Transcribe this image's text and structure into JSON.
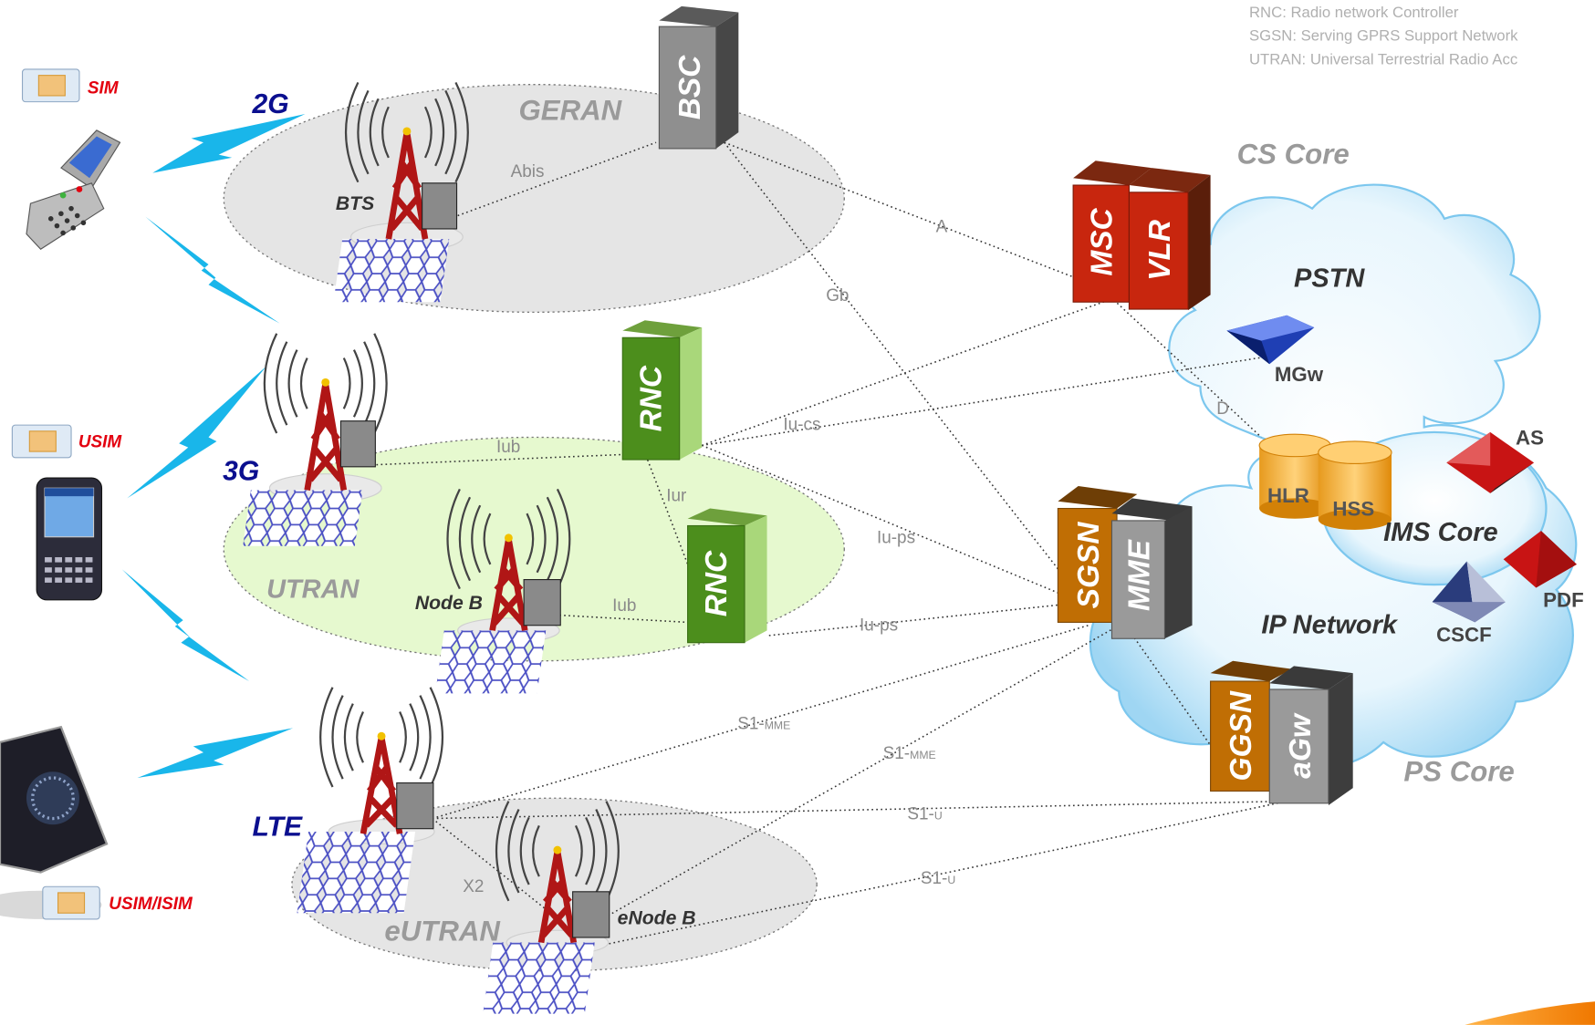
{
  "legend": [
    "RNC: Radio network Controller",
    "SGSN: Serving GPRS Support Network",
    "UTRAN: Universal Terrestrial Radio Acc"
  ],
  "devices": {
    "sim": "SIM",
    "usim": "USIM",
    "usim_isim": "USIM/ISIM"
  },
  "generations": {
    "g2": "2G",
    "g3": "3G",
    "lte": "LTE"
  },
  "access": {
    "geran": "GERAN",
    "utran": "UTRAN",
    "eutran": "eUTRAN"
  },
  "stations": {
    "bts": "BTS",
    "nodeb": "Node B",
    "enodeb": "eNode B"
  },
  "boxes": {
    "bsc": "BSC",
    "rnc": "RNC",
    "msc": "MSC",
    "vlr": "VLR",
    "sgsn": "SGSN",
    "mme": "MME",
    "ggsn": "GGSN",
    "agw": "aGw"
  },
  "core": {
    "cs_core": "CS Core",
    "pstn": "PSTN",
    "mgw": "MGw",
    "hlr": "HLR",
    "hss": "HSS",
    "ims_core": "IMS Core",
    "as": "AS",
    "pdf": "PDF",
    "cscf": "CSCF",
    "ip_network": "IP Network",
    "ps_core": "PS Core"
  },
  "interfaces": {
    "abis": "Abis",
    "a": "A",
    "gb": "Gb",
    "d": "D",
    "iub": "Iub",
    "iur": "Iur",
    "iu_cs": "Iu-cs",
    "iu_ps": "Iu-ps",
    "s1": "S1-",
    "mme_sub": "MME",
    "u_sub": "U",
    "x2": "X2"
  },
  "colors": {
    "gen_label": "#0b0f8f",
    "sim_label": "#e3000f",
    "area_label": "#9a9a9a",
    "geran_fill": "#e5e5e5",
    "utran_fill": "#e6f9cf",
    "bolt": "#19b6ea",
    "rnc": "#4c8e1c",
    "msc": "#c8260e",
    "sgsn": "#c06e04",
    "gray_box": "#8f8f8f"
  }
}
